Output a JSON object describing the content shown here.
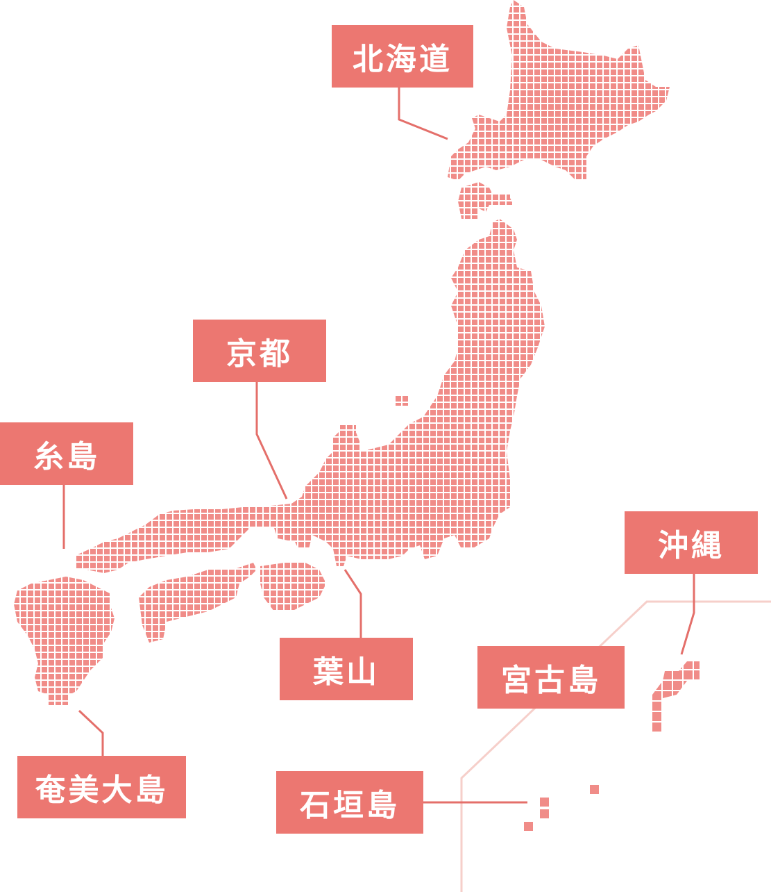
{
  "colors": {
    "tile": "#f08c88",
    "label_bg": "#ec7771",
    "label_text": "#ffffff",
    "leader": "#e46f6a",
    "divider": "#f6cfca",
    "background": "#ffffff"
  },
  "regions": {
    "hokkaido": "北海道",
    "kyoto": "京都",
    "itoshima": "糸島",
    "hayama": "葉山",
    "amami_oshima": "奄美大島",
    "okinawa": "沖縄",
    "miyakojima": "宮古島",
    "ishigakijima": "石垣島"
  }
}
